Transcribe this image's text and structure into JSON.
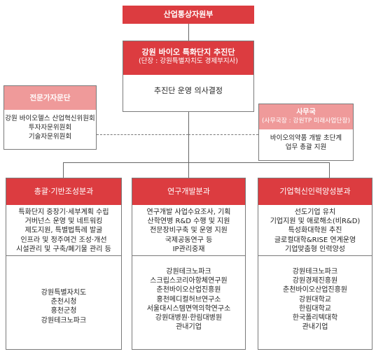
{
  "ministry": {
    "title": "산업통상자원부"
  },
  "promotion_group": {
    "title": "강원 바이오 특화단지 추진단",
    "subtitle": "(단장 : 강원특별자치도 경제부지사)",
    "decision": "추진단 운영 의사결정"
  },
  "advisory": {
    "title": "전문가자문단",
    "items": [
      "강원 바이오헬스 산업혁신위원회",
      "투자자문위원회",
      "기술자문위원회"
    ]
  },
  "secretariat": {
    "title": "사무국",
    "subtitle": "(사무국장 : 강원TP 미래사업단장)",
    "items": [
      "바이오의약품 개발 초단계",
      "업무 총괄 지원"
    ]
  },
  "divisions": [
    {
      "title": "총괄·기반조성분과",
      "tasks": [
        "특화단지 중장기·세부계획 수립",
        "거버넌스 운영 및 네트워킹",
        "제도지원, 특별법특례 발굴",
        "인프라 및 정주여건 조성·개선",
        "시설관리 및 구축/폐기물 관리 등"
      ],
      "members": [
        "강원특별자치도",
        "춘천시청",
        "홍천군청",
        "강원테크노파크"
      ]
    },
    {
      "title": "연구개발분과",
      "tasks": [
        "연구개발 사업수요조사, 기획",
        "산학연병 R&D 수행 및 지원",
        "전문장비구축 및 운영 지원",
        "국제공동연구 등",
        "IP관리중재"
      ],
      "members": [
        "강원테크노파크",
        "스크립스코리아항체연구원",
        "춘천바이오산업진흥원",
        "홍천메디컬허브연구소",
        "서울대시스템면역의학연구소",
        "강원대병원·한림대병원",
        "관내기업"
      ]
    },
    {
      "title": "기업혁신인력양성분과",
      "tasks": [
        "선도기업 유치",
        "기업지원 및 애로해소(비R&D)",
        "특성화대학원 추진",
        "글로컬대학&RISE 연계운영",
        "기업맞춤형 인력양성"
      ],
      "members": [
        "강원테크노파크",
        "강원경제진흥원",
        "춘천바이오산업진흥원",
        "강원대학교",
        "한림대학교",
        "한국폴리텍대학",
        "관내기업"
      ]
    }
  ]
}
